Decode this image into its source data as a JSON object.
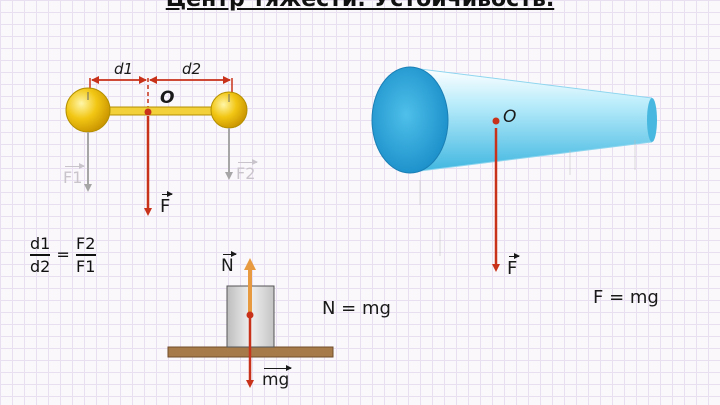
{
  "title": "Центр тяжести. Устойчивость.",
  "dumbbell": {
    "d1": "d1",
    "d2": "d2",
    "o": "O",
    "f1": "F1",
    "f2": "F2",
    "f": "F"
  },
  "ratio": {
    "d1": "d1",
    "d2": "d2",
    "f2": "F2",
    "f1": "F1",
    "eq": "="
  },
  "block": {
    "n": "N",
    "mg": "mg",
    "equation": "N = mg"
  },
  "cone": {
    "o": "O",
    "f": "F",
    "equation": "F = mg"
  },
  "colors": {
    "arrow_red": "#c8321a",
    "arrow_gray": "#a6a6a6",
    "ball": "#f2c613",
    "cone": "#5ec8ea",
    "table": "#a77a4a",
    "block": "#d9d9d9",
    "n_arrow": "#e89a40"
  }
}
